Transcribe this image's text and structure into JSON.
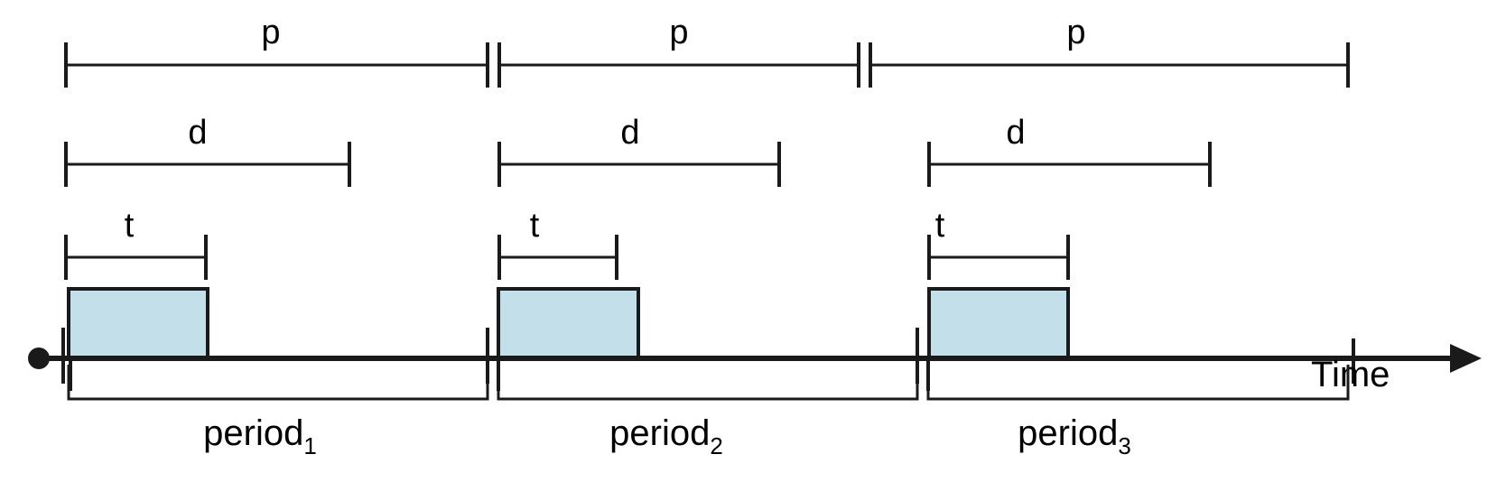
{
  "diagram": {
    "title": "Periodic task timing diagram",
    "axis": {
      "label": "Time",
      "start_marker": "filled-dot",
      "end_marker": "arrow"
    },
    "colors": {
      "stroke": "#1a1a1a",
      "execution_fill": "#c3dfe9",
      "background": "#ffffff",
      "text": "#000000"
    },
    "labels": {
      "period_symbol": "p",
      "deadline_symbol": "d",
      "execution_symbol": "t"
    },
    "periods": [
      {
        "name_base": "period",
        "name_sub": "1",
        "p_label": "p",
        "d_label": "d",
        "t_label": "t"
      },
      {
        "name_base": "period",
        "name_sub": "2",
        "p_label": "p",
        "d_label": "d",
        "t_label": "t"
      },
      {
        "name_base": "period",
        "name_sub": "3",
        "p_label": "p",
        "d_label": "d",
        "t_label": "t"
      }
    ]
  },
  "chart_data": {
    "type": "timeline",
    "title": "Periodic task: period p, deadline d, execution time t",
    "xlabel": "Time",
    "ylabel": "",
    "grid": false,
    "legend": null,
    "units": "pixels (schematic, unlabeled axis)",
    "series": [
      {
        "name": "p",
        "role": "period-span",
        "row": 1,
        "spans": [
          {
            "label": "p",
            "start": 73,
            "end": 540
          },
          {
            "label": "p",
            "start": 553,
            "end": 951
          },
          {
            "label": "p",
            "start": 964,
            "end": 1493
          }
        ]
      },
      {
        "name": "d",
        "role": "relative-deadline-span",
        "row": 2,
        "spans": [
          {
            "label": "d",
            "start": 73,
            "end": 387
          },
          {
            "label": "d",
            "start": 553,
            "end": 863
          },
          {
            "label": "d",
            "start": 1029,
            "end": 1340
          }
        ]
      },
      {
        "name": "t",
        "role": "execution-time-span",
        "row": 3,
        "spans": [
          {
            "label": "t",
            "start": 73,
            "end": 228
          },
          {
            "label": "t",
            "start": 553,
            "end": 683
          },
          {
            "label": "t",
            "start": 1029,
            "end": 1183
          }
        ]
      },
      {
        "name": "execution-blocks",
        "role": "task-execution",
        "row": 4,
        "spans": [
          {
            "start": 76,
            "end": 230
          },
          {
            "start": 552,
            "end": 707
          },
          {
            "start": 1029,
            "end": 1183
          }
        ]
      },
      {
        "name": "periods",
        "role": "period-brackets",
        "row": 5,
        "spans": [
          {
            "label": "period1",
            "start": 76,
            "end": 540
          },
          {
            "label": "period2",
            "start": 552,
            "end": 1016
          },
          {
            "label": "period3",
            "start": 1028,
            "end": 1493
          }
        ]
      }
    ],
    "axis_ticks": [
      70,
      77,
      540,
      553,
      951,
      964,
      1499
    ]
  }
}
